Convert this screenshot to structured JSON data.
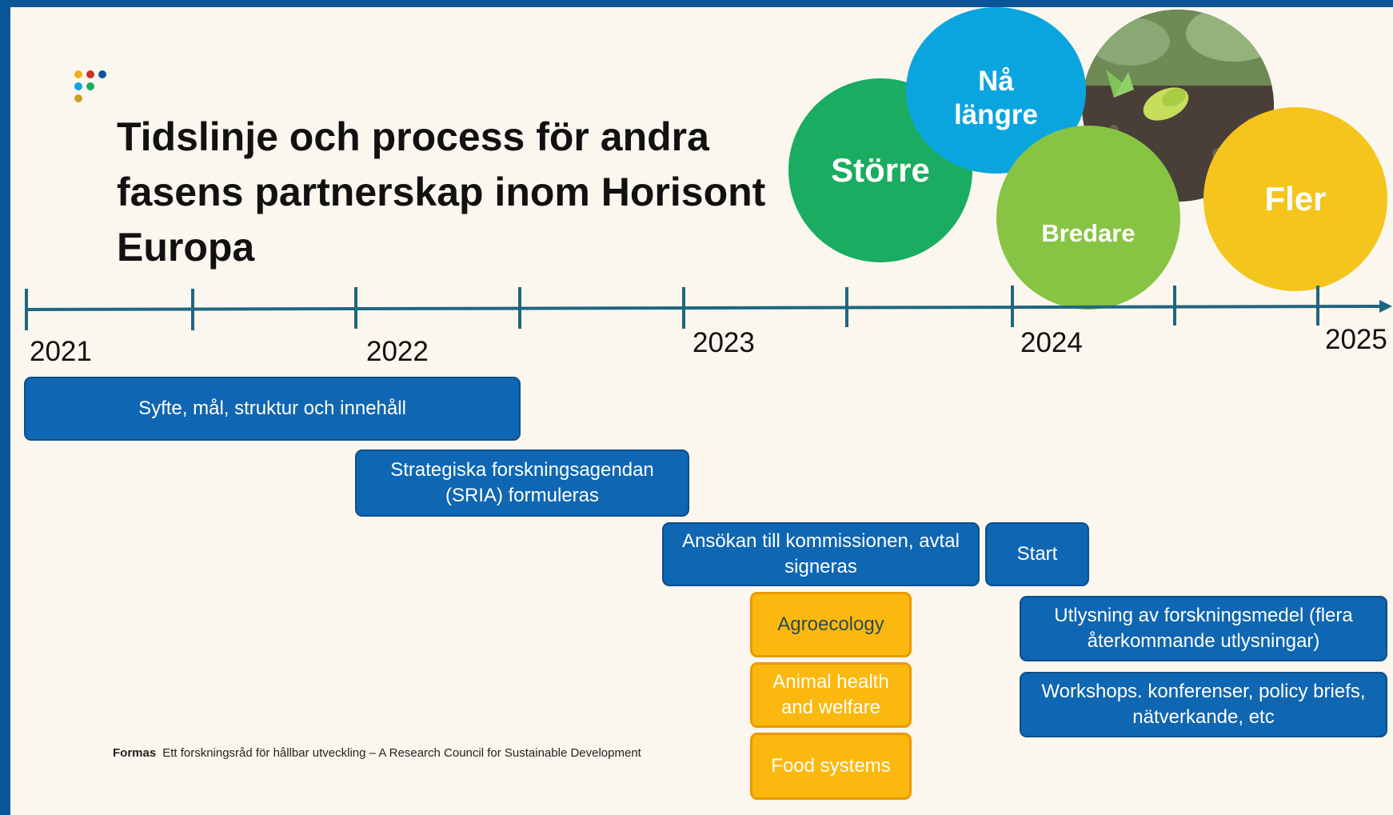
{
  "title": "Tidslinje och process för andra fasens partnerskap inom Horisont Europa",
  "circles": {
    "storre": "Större",
    "na_langre": "Nå längre",
    "bredare": "Bredare",
    "fler": "Fler"
  },
  "timeline": {
    "years": [
      "2021",
      "2022",
      "2023",
      "2024",
      "2025"
    ]
  },
  "activities": {
    "syfte": "Syfte, mål, struktur och innehåll",
    "sria": "Strategiska forskningsagendan (SRIA) formuleras",
    "ansokan": "Ansökan till kommissionen, avtal signeras",
    "start": "Start",
    "agroecology": "Agroecology",
    "animal": "Animal health and welfare",
    "food": "Food systems",
    "utlysning": "Utlysning av forskningsmedel (flera återkommande utlysningar)",
    "workshops": "Workshops. konferenser, policy briefs, nätverkande, etc"
  },
  "footer": {
    "brand": "Formas",
    "text": "Ett forskningsråd för hållbar utveckling – A Research Council for Sustainable Development"
  },
  "colors": {
    "frame": "#0b5696",
    "background": "#fbf7ee",
    "axis": "#1f6680",
    "box_blue": "#0f66b2",
    "box_yellow": "#fbb80e",
    "circle_green": "#1aac60",
    "circle_cyan": "#0aa5df",
    "circle_lightgreen": "#88c444",
    "circle_yellow": "#f3c51d"
  }
}
